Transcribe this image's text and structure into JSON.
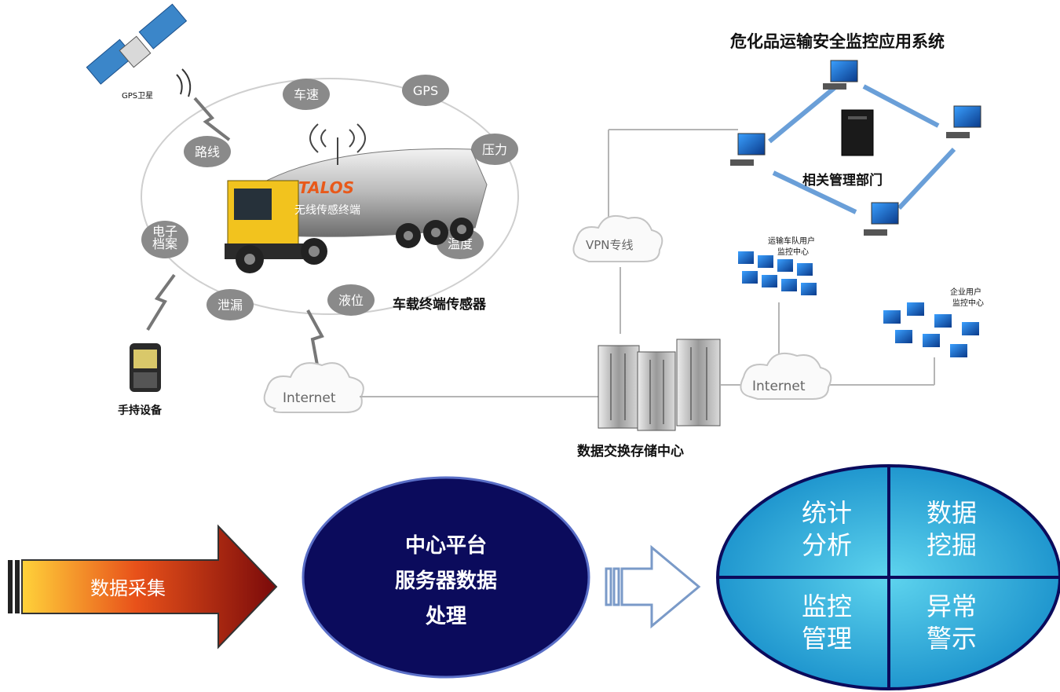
{
  "top": {
    "gps_satellite": "GPS卫星",
    "sensor_bubbles": [
      "车速",
      "GPS",
      "压力",
      "温度",
      "液位",
      "泄漏",
      "电子\n档案",
      "路线"
    ],
    "brand": "TALOS",
    "wireless_terminal": "无线传感终端",
    "vehicle_terminal_caption": "车载终端传感器",
    "handheld_device": "手持设备",
    "internet_left": "Internet",
    "vpn": "VPN专线",
    "internet_right": "Internet",
    "data_center": "数据交换存储中心",
    "system_title": "危化品运输安全监控应用系统",
    "dept": "相关管理部门",
    "fleet_center_line1": "运输车队用户",
    "fleet_center_line2": "监控中心",
    "enterprise_center_line1": "企业用户",
    "enterprise_center_line2": "监控中心"
  },
  "bottom": {
    "data_collection": "数据采集",
    "center_line1": "中心平台",
    "center_line2": "服务器数据",
    "center_line3": "处理",
    "quad": {
      "q1_line1": "统计",
      "q1_line2": "分析",
      "q2_line1": "数据",
      "q2_line2": "挖掘",
      "q3_line1": "监控",
      "q3_line2": "管理",
      "q4_line1": "异常",
      "q4_line2": "警示"
    }
  },
  "colors": {
    "bubble": "#8a8a8a",
    "navy": "#0b0b5c",
    "ellipse_blue": "#1aa3d6",
    "arrow_link": "#6a9fd8"
  }
}
